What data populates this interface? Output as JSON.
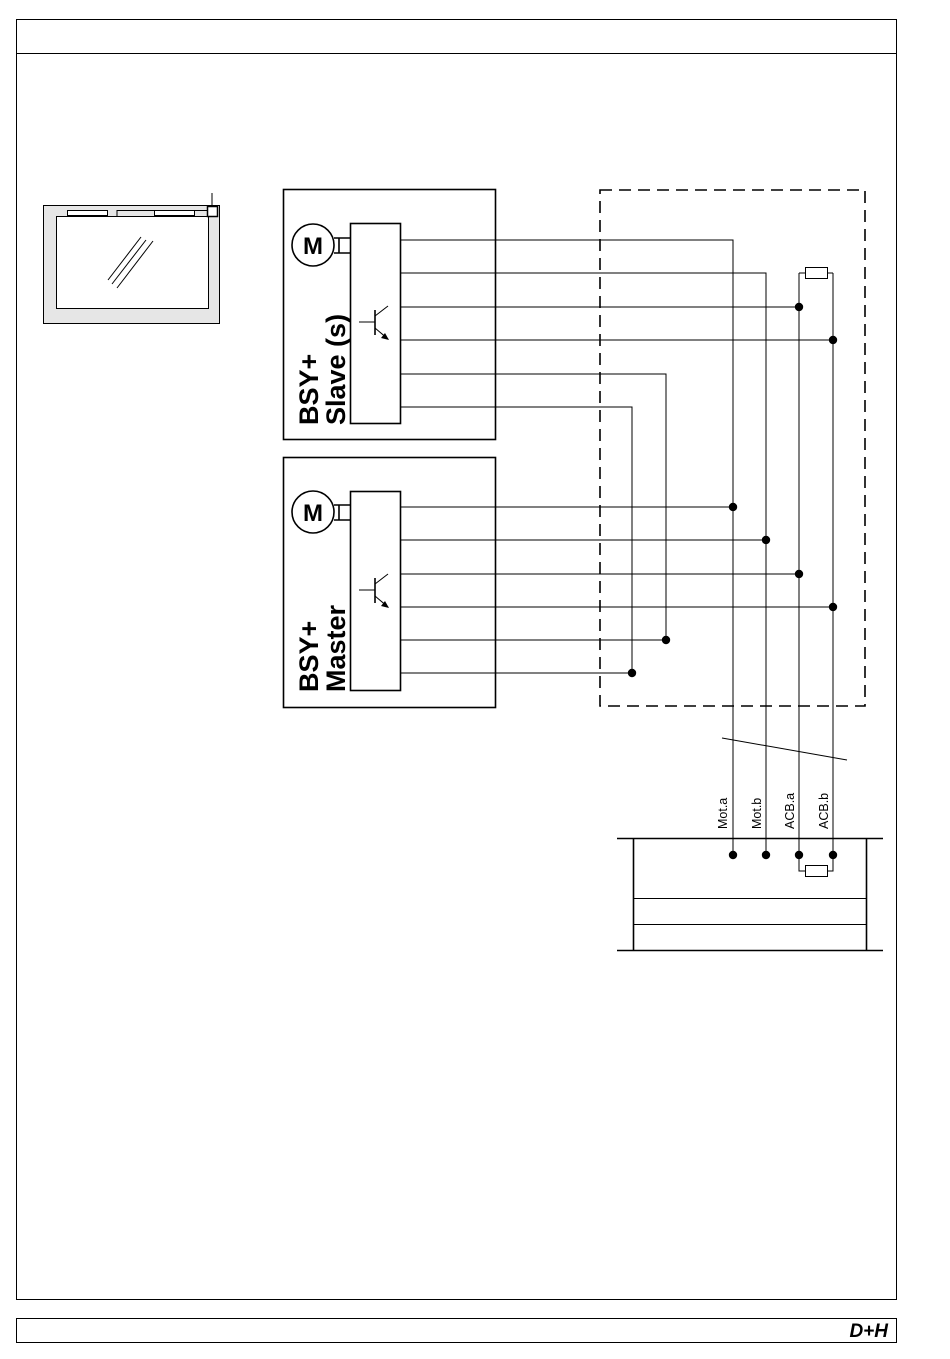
{
  "slave_box": {
    "motor_symbol": "M",
    "label_line1": "BSY+",
    "label_line2": "Slave (s)"
  },
  "master_box": {
    "motor_symbol": "M",
    "label_line1": "BSY+",
    "label_line2": "Master"
  },
  "terminals": [
    "Mot.a",
    "Mot.b",
    "ACB.a",
    "ACB.b"
  ],
  "logo": "D+H"
}
